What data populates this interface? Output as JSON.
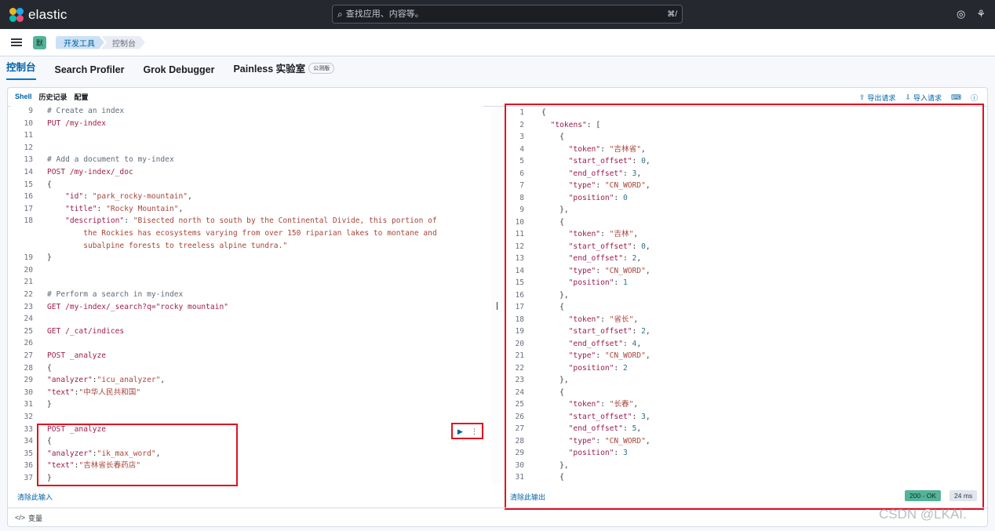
{
  "topbar": {
    "brand": "elastic",
    "search_placeholder": "查找应用、内容等。",
    "search_shortcut": "⌘/",
    "icons": [
      "help-icon",
      "newsfeed-icon"
    ]
  },
  "subbar": {
    "space_badge": "默",
    "breadcrumbs": [
      "开发工具",
      "控制台"
    ]
  },
  "app_tabs": [
    "控制台",
    "Search Profiler",
    "Grok Debugger",
    "Painless 实验室"
  ],
  "beta_label": "公测版",
  "panel_tabs": [
    "Shell",
    "历史记录",
    "配置"
  ],
  "actions": {
    "export": "导出请求",
    "import": "导入请求"
  },
  "editor_lines": [
    {
      "n": "9",
      "parts": [
        [
          "c-com",
          "# Create an index"
        ]
      ]
    },
    {
      "n": "10",
      "parts": [
        [
          "c-meth",
          "PUT /my-index"
        ]
      ]
    },
    {
      "n": "11",
      "parts": []
    },
    {
      "n": "12",
      "parts": []
    },
    {
      "n": "13",
      "parts": [
        [
          "c-com",
          "# Add a document to my-index"
        ]
      ]
    },
    {
      "n": "14",
      "parts": [
        [
          "c-meth",
          "POST /my-index/_doc"
        ]
      ]
    },
    {
      "n": "15",
      "parts": [
        [
          "c-txt",
          "{"
        ]
      ]
    },
    {
      "n": "16",
      "parts": [
        [
          "c-txt",
          "    "
        ],
        [
          "c-key",
          "\"id\""
        ],
        [
          "c-txt",
          ": "
        ],
        [
          "c-str",
          "\"park_rocky-mountain\""
        ],
        [
          "c-txt",
          ","
        ]
      ]
    },
    {
      "n": "17",
      "parts": [
        [
          "c-txt",
          "    "
        ],
        [
          "c-key",
          "\"title\""
        ],
        [
          "c-txt",
          ": "
        ],
        [
          "c-str",
          "\"Rocky Mountain\""
        ],
        [
          "c-txt",
          ","
        ]
      ]
    },
    {
      "n": "18",
      "parts": [
        [
          "c-txt",
          "    "
        ],
        [
          "c-key",
          "\"description\""
        ],
        [
          "c-txt",
          ": "
        ],
        [
          "c-str",
          "\"Bisected north to south by the Continental Divide, this portion of"
        ]
      ]
    },
    {
      "n": "",
      "parts": [
        [
          "c-str",
          "        the Rockies has ecosystems varying from over 150 riparian lakes to montane and"
        ]
      ]
    },
    {
      "n": "",
      "parts": [
        [
          "c-str",
          "        subalpine forests to treeless alpine tundra.\""
        ]
      ]
    },
    {
      "n": "19",
      "parts": [
        [
          "c-txt",
          "}"
        ]
      ]
    },
    {
      "n": "20",
      "parts": []
    },
    {
      "n": "21",
      "parts": []
    },
    {
      "n": "22",
      "parts": [
        [
          "c-com",
          "# Perform a search in my-index"
        ]
      ]
    },
    {
      "n": "23",
      "parts": [
        [
          "c-meth",
          "GET /my-index/_search?q=\"rocky mountain\""
        ]
      ]
    },
    {
      "n": "24",
      "parts": []
    },
    {
      "n": "25",
      "parts": [
        [
          "c-meth",
          "GET /_cat/indices"
        ]
      ]
    },
    {
      "n": "26",
      "parts": []
    },
    {
      "n": "27",
      "parts": [
        [
          "c-meth",
          "POST _analyze"
        ]
      ]
    },
    {
      "n": "28",
      "parts": [
        [
          "c-txt",
          "{"
        ]
      ]
    },
    {
      "n": "29",
      "parts": [
        [
          "c-key",
          "\"analyzer\""
        ],
        [
          "c-txt",
          ":"
        ],
        [
          "c-str",
          "\"icu_analyzer\""
        ],
        [
          "c-txt",
          ","
        ]
      ]
    },
    {
      "n": "30",
      "parts": [
        [
          "c-key",
          "\"text\""
        ],
        [
          "c-txt",
          ":"
        ],
        [
          "c-str",
          "\"中华人民共和国\""
        ]
      ]
    },
    {
      "n": "31",
      "parts": [
        [
          "c-txt",
          "}"
        ]
      ]
    },
    {
      "n": "32",
      "parts": []
    },
    {
      "n": "33",
      "parts": [
        [
          "c-meth",
          "POST _analyze"
        ]
      ]
    },
    {
      "n": "34",
      "parts": [
        [
          "c-txt",
          "{"
        ]
      ]
    },
    {
      "n": "35",
      "parts": [
        [
          "c-key",
          "\"analyzer\""
        ],
        [
          "c-txt",
          ":"
        ],
        [
          "c-str",
          "\"ik_max_word\""
        ],
        [
          "c-txt",
          ","
        ]
      ]
    },
    {
      "n": "36",
      "parts": [
        [
          "c-key",
          "\"text\""
        ],
        [
          "c-txt",
          ":"
        ],
        [
          "c-str",
          "\"吉林省长春药店\""
        ]
      ]
    },
    {
      "n": "37",
      "parts": [
        [
          "c-txt",
          "}"
        ]
      ]
    }
  ],
  "output_lines": [
    {
      "n": "1",
      "parts": [
        [
          "c-txt",
          "{"
        ]
      ]
    },
    {
      "n": "2",
      "parts": [
        [
          "c-txt",
          "  "
        ],
        [
          "o-key",
          "\"tokens\""
        ],
        [
          "c-txt",
          ": ["
        ]
      ]
    },
    {
      "n": "3",
      "parts": [
        [
          "c-txt",
          "    {"
        ]
      ]
    },
    {
      "n": "4",
      "parts": [
        [
          "c-txt",
          "      "
        ],
        [
          "o-key",
          "\"token\""
        ],
        [
          "c-txt",
          ": "
        ],
        [
          "o-str",
          "\"吉林省\""
        ],
        [
          "c-txt",
          ","
        ]
      ]
    },
    {
      "n": "5",
      "parts": [
        [
          "c-txt",
          "      "
        ],
        [
          "o-key",
          "\"start_offset\""
        ],
        [
          "c-txt",
          ": "
        ],
        [
          "o-num",
          "0"
        ],
        [
          "c-txt",
          ","
        ]
      ]
    },
    {
      "n": "6",
      "parts": [
        [
          "c-txt",
          "      "
        ],
        [
          "o-key",
          "\"end_offset\""
        ],
        [
          "c-txt",
          ": "
        ],
        [
          "o-num",
          "3"
        ],
        [
          "c-txt",
          ","
        ]
      ]
    },
    {
      "n": "7",
      "parts": [
        [
          "c-txt",
          "      "
        ],
        [
          "o-key",
          "\"type\""
        ],
        [
          "c-txt",
          ": "
        ],
        [
          "o-str",
          "\"CN_WORD\""
        ],
        [
          "c-txt",
          ","
        ]
      ]
    },
    {
      "n": "8",
      "parts": [
        [
          "c-txt",
          "      "
        ],
        [
          "o-key",
          "\"position\""
        ],
        [
          "c-txt",
          ": "
        ],
        [
          "o-num",
          "0"
        ]
      ]
    },
    {
      "n": "9",
      "parts": [
        [
          "c-txt",
          "    },"
        ]
      ]
    },
    {
      "n": "10",
      "parts": [
        [
          "c-txt",
          "    {"
        ]
      ]
    },
    {
      "n": "11",
      "parts": [
        [
          "c-txt",
          "      "
        ],
        [
          "o-key",
          "\"token\""
        ],
        [
          "c-txt",
          ": "
        ],
        [
          "o-str",
          "\"吉林\""
        ],
        [
          "c-txt",
          ","
        ]
      ]
    },
    {
      "n": "12",
      "parts": [
        [
          "c-txt",
          "      "
        ],
        [
          "o-key",
          "\"start_offset\""
        ],
        [
          "c-txt",
          ": "
        ],
        [
          "o-num",
          "0"
        ],
        [
          "c-txt",
          ","
        ]
      ]
    },
    {
      "n": "13",
      "parts": [
        [
          "c-txt",
          "      "
        ],
        [
          "o-key",
          "\"end_offset\""
        ],
        [
          "c-txt",
          ": "
        ],
        [
          "o-num",
          "2"
        ],
        [
          "c-txt",
          ","
        ]
      ]
    },
    {
      "n": "14",
      "parts": [
        [
          "c-txt",
          "      "
        ],
        [
          "o-key",
          "\"type\""
        ],
        [
          "c-txt",
          ": "
        ],
        [
          "o-str",
          "\"CN_WORD\""
        ],
        [
          "c-txt",
          ","
        ]
      ]
    },
    {
      "n": "15",
      "parts": [
        [
          "c-txt",
          "      "
        ],
        [
          "o-key",
          "\"position\""
        ],
        [
          "c-txt",
          ": "
        ],
        [
          "o-num",
          "1"
        ]
      ]
    },
    {
      "n": "16",
      "parts": [
        [
          "c-txt",
          "    },"
        ]
      ]
    },
    {
      "n": "17",
      "parts": [
        [
          "c-txt",
          "    {"
        ]
      ]
    },
    {
      "n": "18",
      "parts": [
        [
          "c-txt",
          "      "
        ],
        [
          "o-key",
          "\"token\""
        ],
        [
          "c-txt",
          ": "
        ],
        [
          "o-str",
          "\"省长\""
        ],
        [
          "c-txt",
          ","
        ]
      ]
    },
    {
      "n": "19",
      "parts": [
        [
          "c-txt",
          "      "
        ],
        [
          "o-key",
          "\"start_offset\""
        ],
        [
          "c-txt",
          ": "
        ],
        [
          "o-num",
          "2"
        ],
        [
          "c-txt",
          ","
        ]
      ]
    },
    {
      "n": "20",
      "parts": [
        [
          "c-txt",
          "      "
        ],
        [
          "o-key",
          "\"end_offset\""
        ],
        [
          "c-txt",
          ": "
        ],
        [
          "o-num",
          "4"
        ],
        [
          "c-txt",
          ","
        ]
      ]
    },
    {
      "n": "21",
      "parts": [
        [
          "c-txt",
          "      "
        ],
        [
          "o-key",
          "\"type\""
        ],
        [
          "c-txt",
          ": "
        ],
        [
          "o-str",
          "\"CN_WORD\""
        ],
        [
          "c-txt",
          ","
        ]
      ]
    },
    {
      "n": "22",
      "parts": [
        [
          "c-txt",
          "      "
        ],
        [
          "o-key",
          "\"position\""
        ],
        [
          "c-txt",
          ": "
        ],
        [
          "o-num",
          "2"
        ]
      ]
    },
    {
      "n": "23",
      "parts": [
        [
          "c-txt",
          "    },"
        ]
      ]
    },
    {
      "n": "24",
      "parts": [
        [
          "c-txt",
          "    {"
        ]
      ]
    },
    {
      "n": "25",
      "parts": [
        [
          "c-txt",
          "      "
        ],
        [
          "o-key",
          "\"token\""
        ],
        [
          "c-txt",
          ": "
        ],
        [
          "o-str",
          "\"长春\""
        ],
        [
          "c-txt",
          ","
        ]
      ]
    },
    {
      "n": "26",
      "parts": [
        [
          "c-txt",
          "      "
        ],
        [
          "o-key",
          "\"start_offset\""
        ],
        [
          "c-txt",
          ": "
        ],
        [
          "o-num",
          "3"
        ],
        [
          "c-txt",
          ","
        ]
      ]
    },
    {
      "n": "27",
      "parts": [
        [
          "c-txt",
          "      "
        ],
        [
          "o-key",
          "\"end_offset\""
        ],
        [
          "c-txt",
          ": "
        ],
        [
          "o-num",
          "5"
        ],
        [
          "c-txt",
          ","
        ]
      ]
    },
    {
      "n": "28",
      "parts": [
        [
          "c-txt",
          "      "
        ],
        [
          "o-key",
          "\"type\""
        ],
        [
          "c-txt",
          ": "
        ],
        [
          "o-str",
          "\"CN_WORD\""
        ],
        [
          "c-txt",
          ","
        ]
      ]
    },
    {
      "n": "29",
      "parts": [
        [
          "c-txt",
          "      "
        ],
        [
          "o-key",
          "\"position\""
        ],
        [
          "c-txt",
          ": "
        ],
        [
          "o-num",
          "3"
        ]
      ]
    },
    {
      "n": "30",
      "parts": [
        [
          "c-txt",
          "    },"
        ]
      ]
    },
    {
      "n": "31",
      "parts": [
        [
          "c-txt",
          "    {"
        ]
      ]
    }
  ],
  "footer": {
    "clear_input": "清除此输入",
    "clear_output": "清除此输出",
    "status": "200 - OK",
    "duration": "24 ms",
    "variables": "变量"
  },
  "watermark": "CSDN @LKAI.",
  "colors": {
    "accent": "#0077cc",
    "highlight": "#e0121f",
    "success": "#54b399"
  }
}
